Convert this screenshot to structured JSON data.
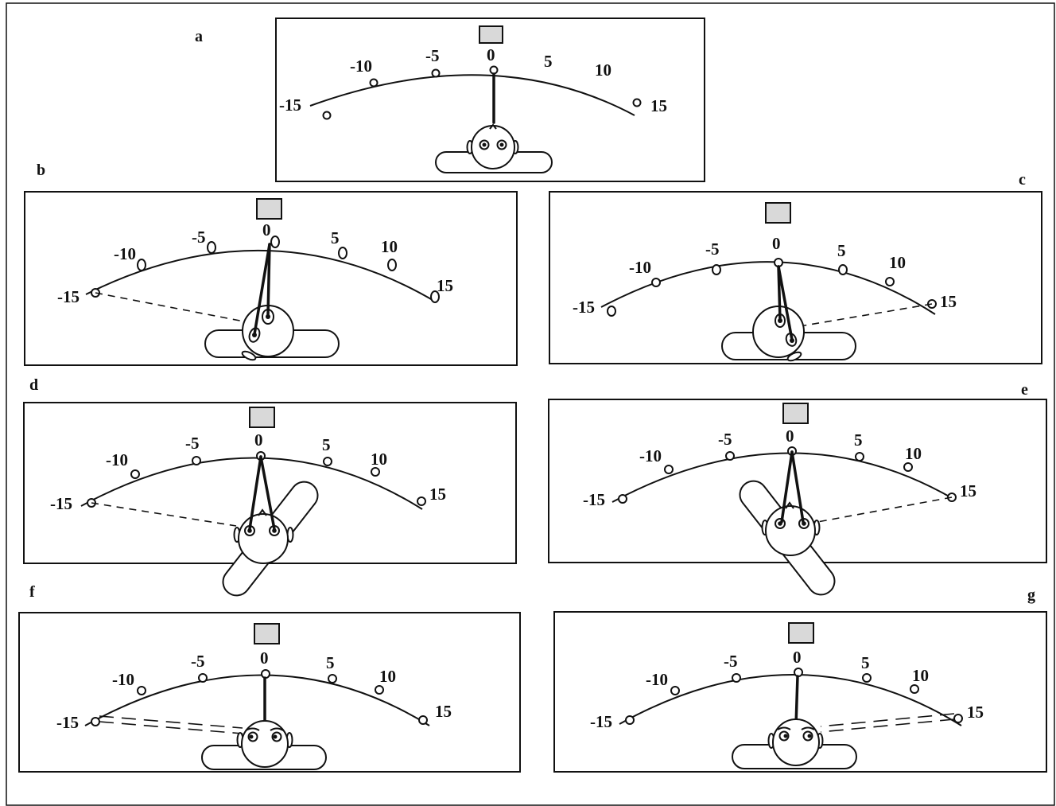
{
  "panels": [
    {
      "label": "a",
      "ticks": [
        "-15",
        "-10",
        "-5",
        "0",
        "5",
        "10",
        "15"
      ]
    },
    {
      "label": "b",
      "ticks": [
        "-15",
        "-10",
        "-5",
        "0",
        "5",
        "10",
        "15"
      ]
    },
    {
      "label": "c",
      "ticks": [
        "-15",
        "-10",
        "-5",
        "0",
        "5",
        "10",
        "15"
      ]
    },
    {
      "label": "d",
      "ticks": [
        "-15",
        "-10",
        "-5",
        "0",
        "5",
        "10",
        "15"
      ]
    },
    {
      "label": "e",
      "ticks": [
        "-15",
        "-10",
        "-5",
        "0",
        "5",
        "10",
        "15"
      ]
    },
    {
      "label": "f",
      "ticks": [
        "-15",
        "-10",
        "-5",
        "0",
        "5",
        "10",
        "15"
      ]
    },
    {
      "label": "g",
      "ticks": [
        "-15",
        "-10",
        "-5",
        "0",
        "5",
        "10",
        "15"
      ]
    }
  ],
  "colors": {
    "screen_fill": "#d9d9d9",
    "ink": "#111111"
  },
  "icons": [
    "screen-icon",
    "target-marker-icon",
    "observer-head-icon"
  ]
}
